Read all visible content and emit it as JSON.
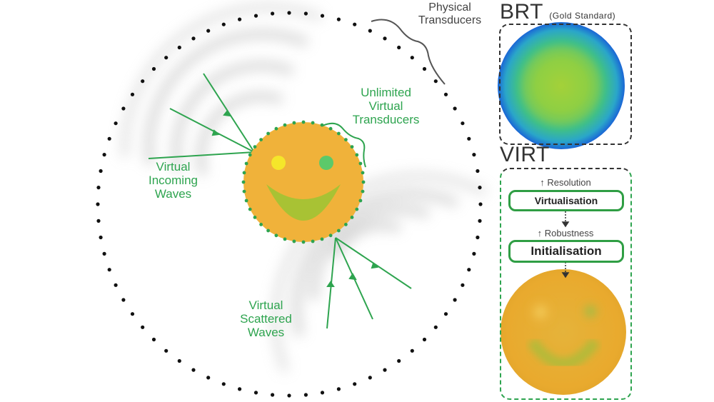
{
  "diagram": {
    "labels": {
      "physical_transducers": [
        "Physical",
        "Transducers"
      ],
      "unlimited_virtual": [
        "Unlimited",
        "Virtual",
        "Transducers"
      ],
      "virtual_incoming": [
        "Virtual",
        "Incoming",
        "Waves"
      ],
      "virtual_scattered": [
        "Virtual",
        "Scattered",
        "Waves"
      ]
    },
    "brt": {
      "title": "BRT",
      "note": "(Gold Standard)"
    },
    "virt": {
      "title": "VIRT",
      "step1_note": "↑ Resolution",
      "step1": "Virtualisation",
      "step2_note": "↑ Robustness",
      "step2": "Initialisation"
    },
    "colors": {
      "green": "#2ea44f",
      "orange": "#f0b23a",
      "smile": "#a8c234",
      "eye_left": "#f5e62a",
      "eye_right": "#5cc96a",
      "dark": "#222222"
    }
  }
}
